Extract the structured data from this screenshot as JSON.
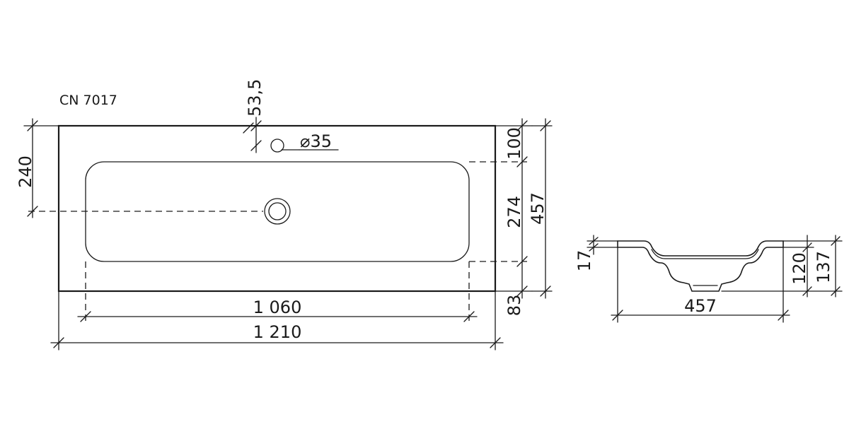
{
  "model": "CN 7017",
  "top_view": {
    "tap_hole_offset": "53,5",
    "tap_hole_diameter": "⌀35",
    "front_to_drain": "240",
    "back_to_bowl": "100",
    "bowl_depth": "274",
    "total_depth": "457",
    "front_margin": "83",
    "bowl_width": "1 060",
    "total_width": "1 210"
  },
  "side_view": {
    "rim_thickness": "17",
    "bowl_height": "120",
    "total_height": "137",
    "depth": "457"
  }
}
